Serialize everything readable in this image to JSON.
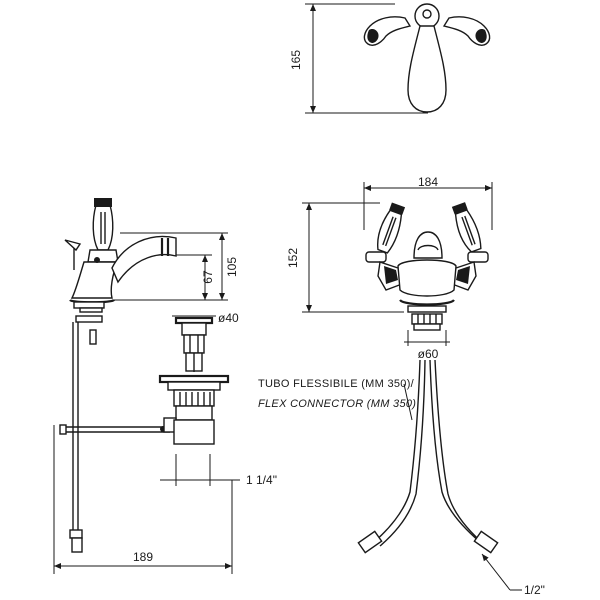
{
  "dimensions": {
    "top_height": "165",
    "width": "184",
    "height": "152",
    "spout_height": "105",
    "spout_inner": "67",
    "base_diameter": "ø40",
    "diameter_60": "ø60",
    "depth": "189",
    "waste_size": "1 1/4\"",
    "connector_size": "1/2\""
  },
  "notes": {
    "line1": "TUBO FLESSIBILE (MM 350)/",
    "line2": "FLEX CONNECTOR (MM 350)"
  }
}
